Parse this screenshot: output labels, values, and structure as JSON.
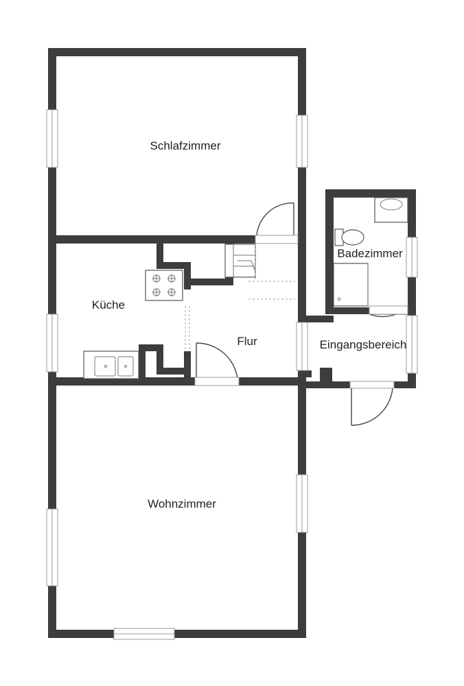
{
  "rooms": {
    "schlafzimmer": "Schlafzimmer",
    "kueche": "Küche",
    "flur": "Flur",
    "badezimmer": "Badezimmer",
    "eingangsbereich": "Eingangsbereich",
    "wohnzimmer": "Wohnzimmer"
  },
  "colors": {
    "wall": "#3d3d3d",
    "background": "#ffffff"
  }
}
